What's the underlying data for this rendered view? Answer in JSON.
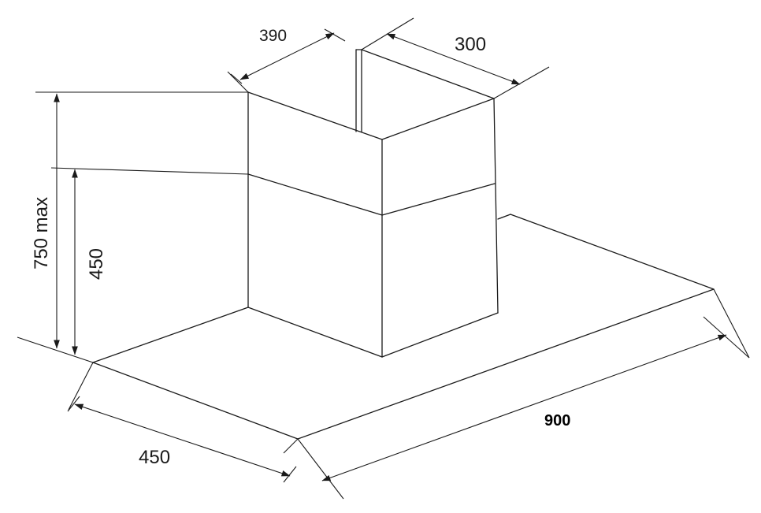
{
  "dimensions": {
    "height_max": "750 max",
    "hood_height": "450",
    "chimney_width": "390",
    "chimney_depth": "300",
    "hood_depth": "450",
    "hood_width": "900"
  },
  "colors": {
    "line": "#1a1a1a",
    "background": "#ffffff"
  }
}
